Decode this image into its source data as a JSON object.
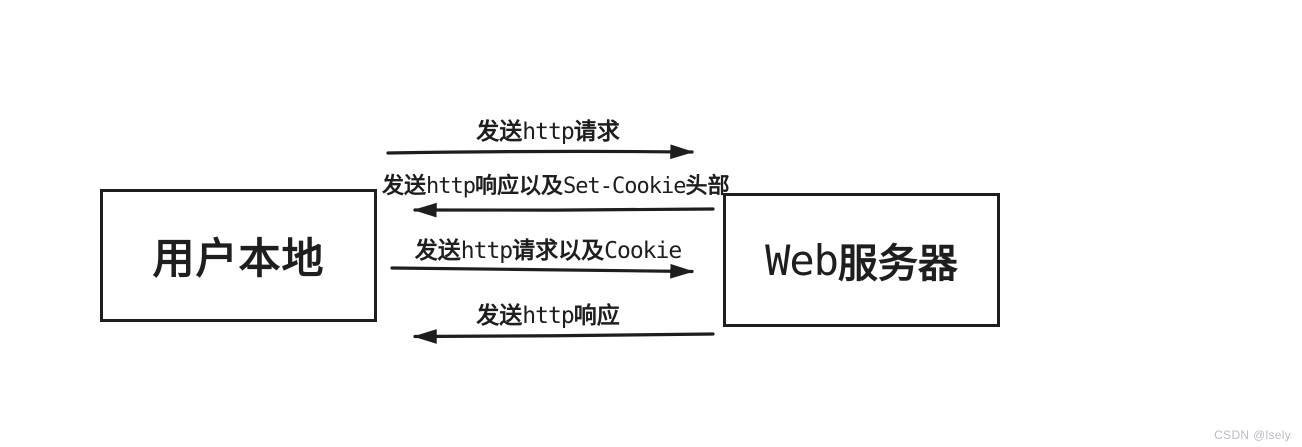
{
  "colors": {
    "ink": "#1e1e1e",
    "background": "#ffffff",
    "watermark": "#b9bcc2"
  },
  "nodes": {
    "user_local": {
      "label": "用户本地"
    },
    "web_server": {
      "parts": [
        {
          "text": "Web"
        },
        {
          "text": "服务器"
        }
      ]
    }
  },
  "messages": [
    {
      "id": "http-request",
      "direction": "right",
      "parts": [
        {
          "text": "发送"
        },
        {
          "text": "http"
        },
        {
          "text": "请求"
        }
      ]
    },
    {
      "id": "http-response-set-cookie",
      "direction": "left",
      "parts": [
        {
          "text": "发送"
        },
        {
          "text": "http"
        },
        {
          "text": "响应以及"
        },
        {
          "text": "Set-Cookie"
        },
        {
          "text": "头部"
        }
      ]
    },
    {
      "id": "http-request-cookie",
      "direction": "right",
      "parts": [
        {
          "text": "发送"
        },
        {
          "text": "http"
        },
        {
          "text": "请求以及"
        },
        {
          "text": "Cookie"
        }
      ]
    },
    {
      "id": "http-response",
      "direction": "left",
      "parts": [
        {
          "text": "发送"
        },
        {
          "text": "http"
        },
        {
          "text": "响应"
        }
      ]
    }
  ],
  "watermark": {
    "text": "CSDN @lsely"
  }
}
